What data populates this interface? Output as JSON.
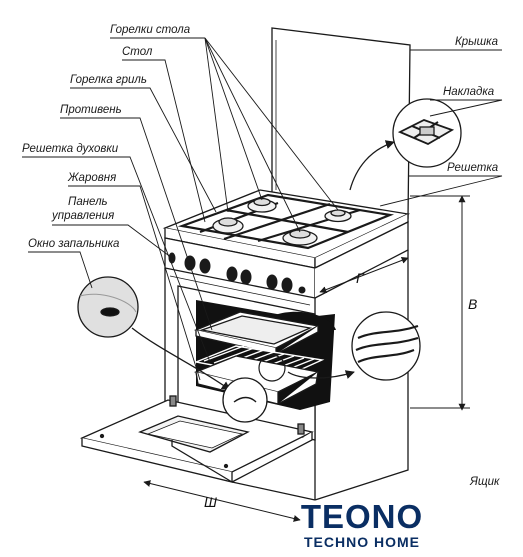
{
  "labels": {
    "burners": "Горелки стола",
    "table": "Стол",
    "grill_burner": "Горелка гриль",
    "baking_tray": "Противень",
    "oven_rack": "Решетка духовки",
    "roasting_pan": "Жаровня",
    "panel_line1": "Панель",
    "panel_line2": "управления",
    "igniter_window": "Окно запальника",
    "lid": "Крышка",
    "overlay": "Накладка",
    "grate": "Решетка",
    "drawer": "Ящик"
  },
  "dimensions": {
    "height": "В",
    "depth": "Г",
    "width": "Ш"
  },
  "logo": {
    "brand": "TEONO",
    "tagline": "TECHNO HOME"
  },
  "colors": {
    "line": "#1a1a1a",
    "window": "#111111",
    "logo": "#0a2e63"
  }
}
